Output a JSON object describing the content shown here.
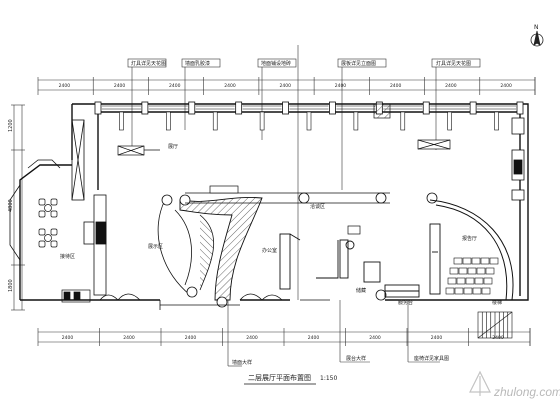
{
  "drawing": {
    "title": "二层展厅平面布置图",
    "scale": "1:150",
    "north_label": "N",
    "room_labels": {
      "lobby": "接待区",
      "exhibit": "展示区",
      "showroom": "展厅",
      "meeting": "洽谈区",
      "office": "办公室",
      "theater": "报告厅",
      "stair": "楼梯",
      "service": "服务台",
      "store": "储藏"
    },
    "top_notes": [
      "灯具详见天花图",
      "墙面乳胶漆",
      "地面铺设地砖",
      "展板详见立面图"
    ],
    "bottom_notes": [
      "墙面大样",
      "展台大样",
      "座椅详见家具图"
    ],
    "side_dimensions": [
      "1200",
      "4800",
      "1800"
    ],
    "top_dimensions": [
      "2400",
      "2400",
      "2400",
      "2400",
      "2400",
      "2400",
      "2400",
      "2400",
      "2400"
    ],
    "bottom_dimensions": [
      "2400",
      "2400",
      "2400",
      "2400",
      "2400",
      "2400",
      "2400",
      "2400"
    ]
  },
  "watermark": {
    "brand": "zhulong.com"
  }
}
